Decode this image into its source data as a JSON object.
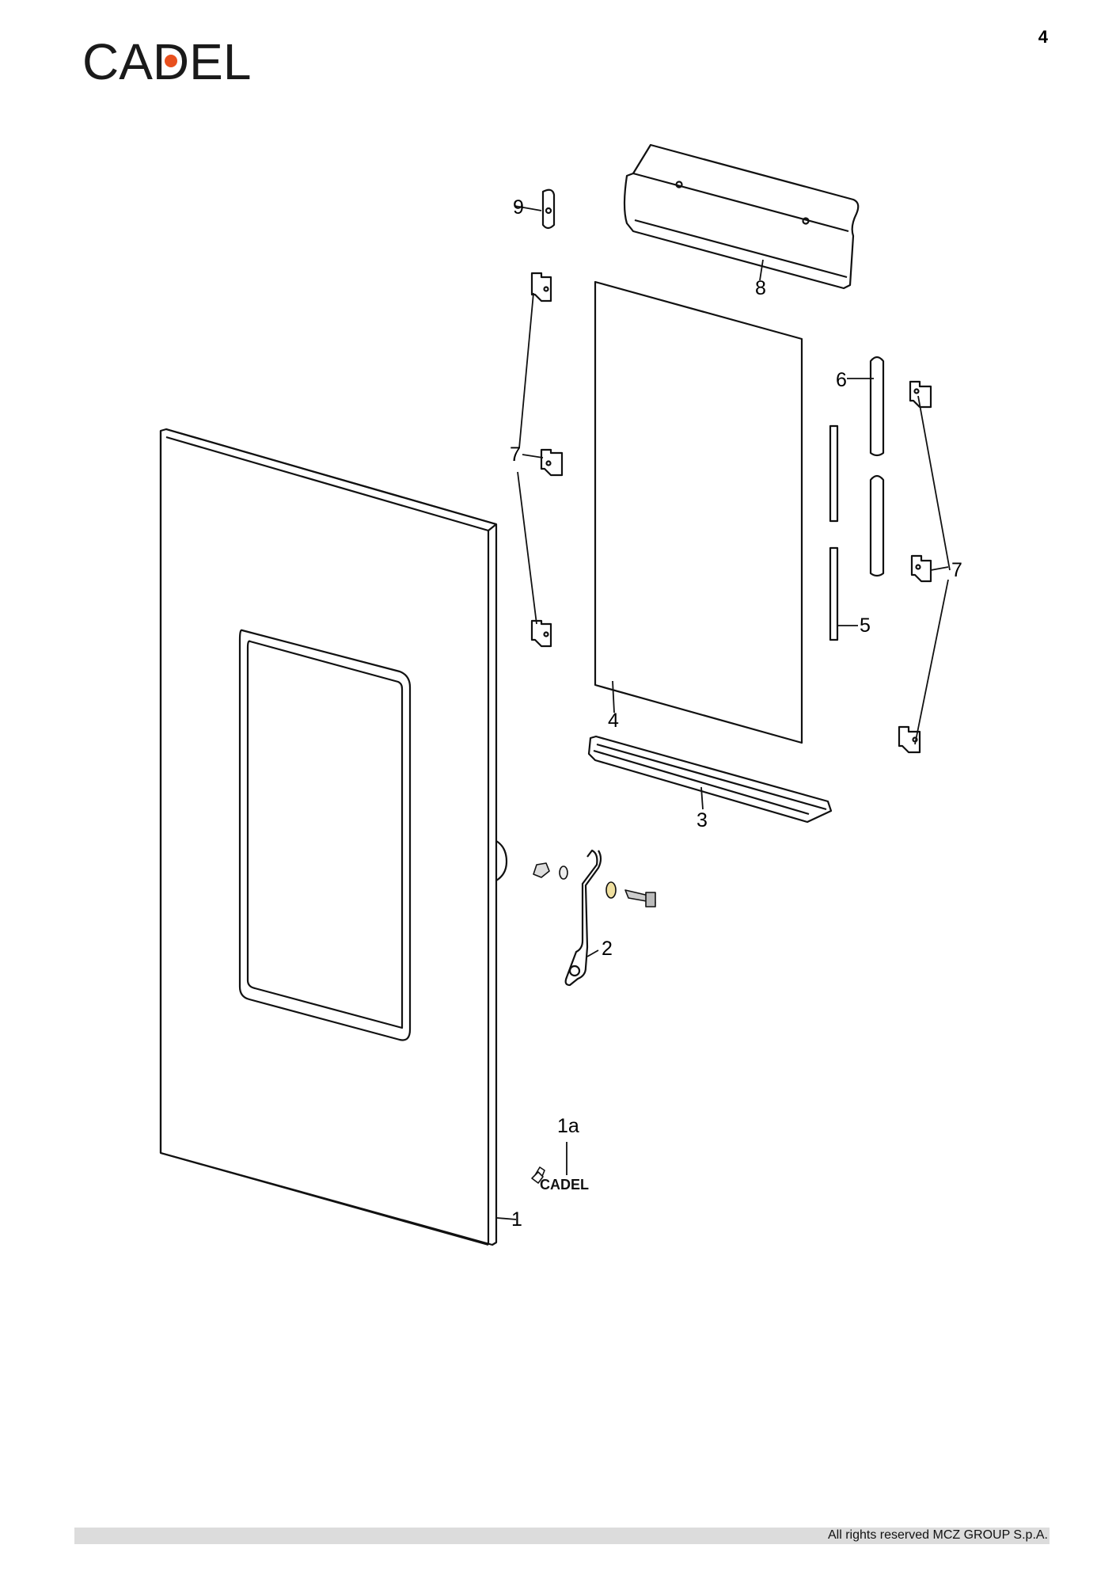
{
  "header": {
    "logo_text": "CADEL",
    "page_number": "4"
  },
  "diagram": {
    "callouts": [
      {
        "id": "1",
        "label": "1"
      },
      {
        "id": "1a",
        "label": "1a"
      },
      {
        "id": "2",
        "label": "2"
      },
      {
        "id": "3",
        "label": "3"
      },
      {
        "id": "4",
        "label": "4"
      },
      {
        "id": "5",
        "label": "5"
      },
      {
        "id": "6",
        "label": "6"
      },
      {
        "id": "7a",
        "label": "7"
      },
      {
        "id": "7b",
        "label": "7"
      },
      {
        "id": "8",
        "label": "8"
      },
      {
        "id": "9",
        "label": "9"
      }
    ],
    "small_logo_text": "CADEL",
    "accent_color": "#e8501e"
  },
  "footer": {
    "copyright": "All rights reserved MCZ GROUP S.p.A."
  }
}
